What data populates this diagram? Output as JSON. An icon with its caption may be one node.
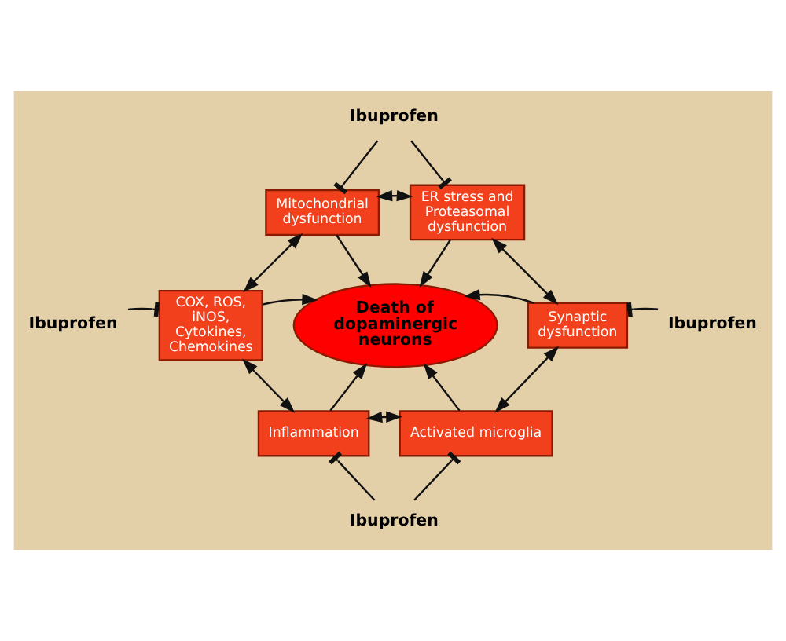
{
  "diagram": {
    "nodes": [
      {
        "text": [
          "Ibuprofen"
        ]
      },
      {
        "text": [
          "Mitochondrial dysfunction"
        ]
      },
      {
        "text": [
          "ER stress and Proteasomal dysfunction"
        ]
      },
      {
        "text": [
          "Ibuprofen"
        ]
      },
      {
        "text": [
          "COX, ROS, iNOS, Cytokines, Chemokines"
        ]
      },
      {
        "text": [
          "Death of dopaminergic neurons"
        ]
      },
      {
        "text": [
          "Synaptic dysfunction"
        ]
      },
      {
        "text": [
          "Ibuprofen"
        ]
      },
      {
        "text": [
          "Inflammation"
        ]
      },
      {
        "text": [
          "Activated microglia"
        ]
      },
      {
        "text": [
          "Ibuprofen"
        ]
      }
    ],
    "edges": [
      {
        "from": 0,
        "to": 1,
        "arrow": "other"
      },
      {
        "from": 0,
        "to": 2,
        "arrow": "other"
      },
      {
        "from": 3,
        "to": 4,
        "arrow": "other"
      },
      {
        "from": 7,
        "to": 6,
        "arrow": "other"
      },
      {
        "from": 10,
        "to": 8,
        "arrow": "other"
      },
      {
        "from": 10,
        "to": 9,
        "arrow": "other"
      },
      {
        "from": 1,
        "to": 2,
        "arrow": "both"
      },
      {
        "from": 1,
        "to": 5,
        "arrow": "to"
      },
      {
        "from": 2,
        "to": 5,
        "arrow": "to"
      },
      {
        "from": 1,
        "to": 4,
        "arrow": "both"
      },
      {
        "from": 4,
        "to": 5,
        "arrow": "to"
      },
      {
        "from": 2,
        "to": 6,
        "arrow": "both"
      },
      {
        "from": 6,
        "to": 5,
        "arrow": "to"
      },
      {
        "from": 4,
        "to": 8,
        "arrow": "both"
      },
      {
        "from": 8,
        "to": 5,
        "arrow": "to"
      },
      {
        "from": 8,
        "to": 9,
        "arrow": "both"
      },
      {
        "from": 9,
        "to": 5,
        "arrow": "to"
      },
      {
        "from": 9,
        "to": 6,
        "arrow": "both"
      }
    ]
  }
}
